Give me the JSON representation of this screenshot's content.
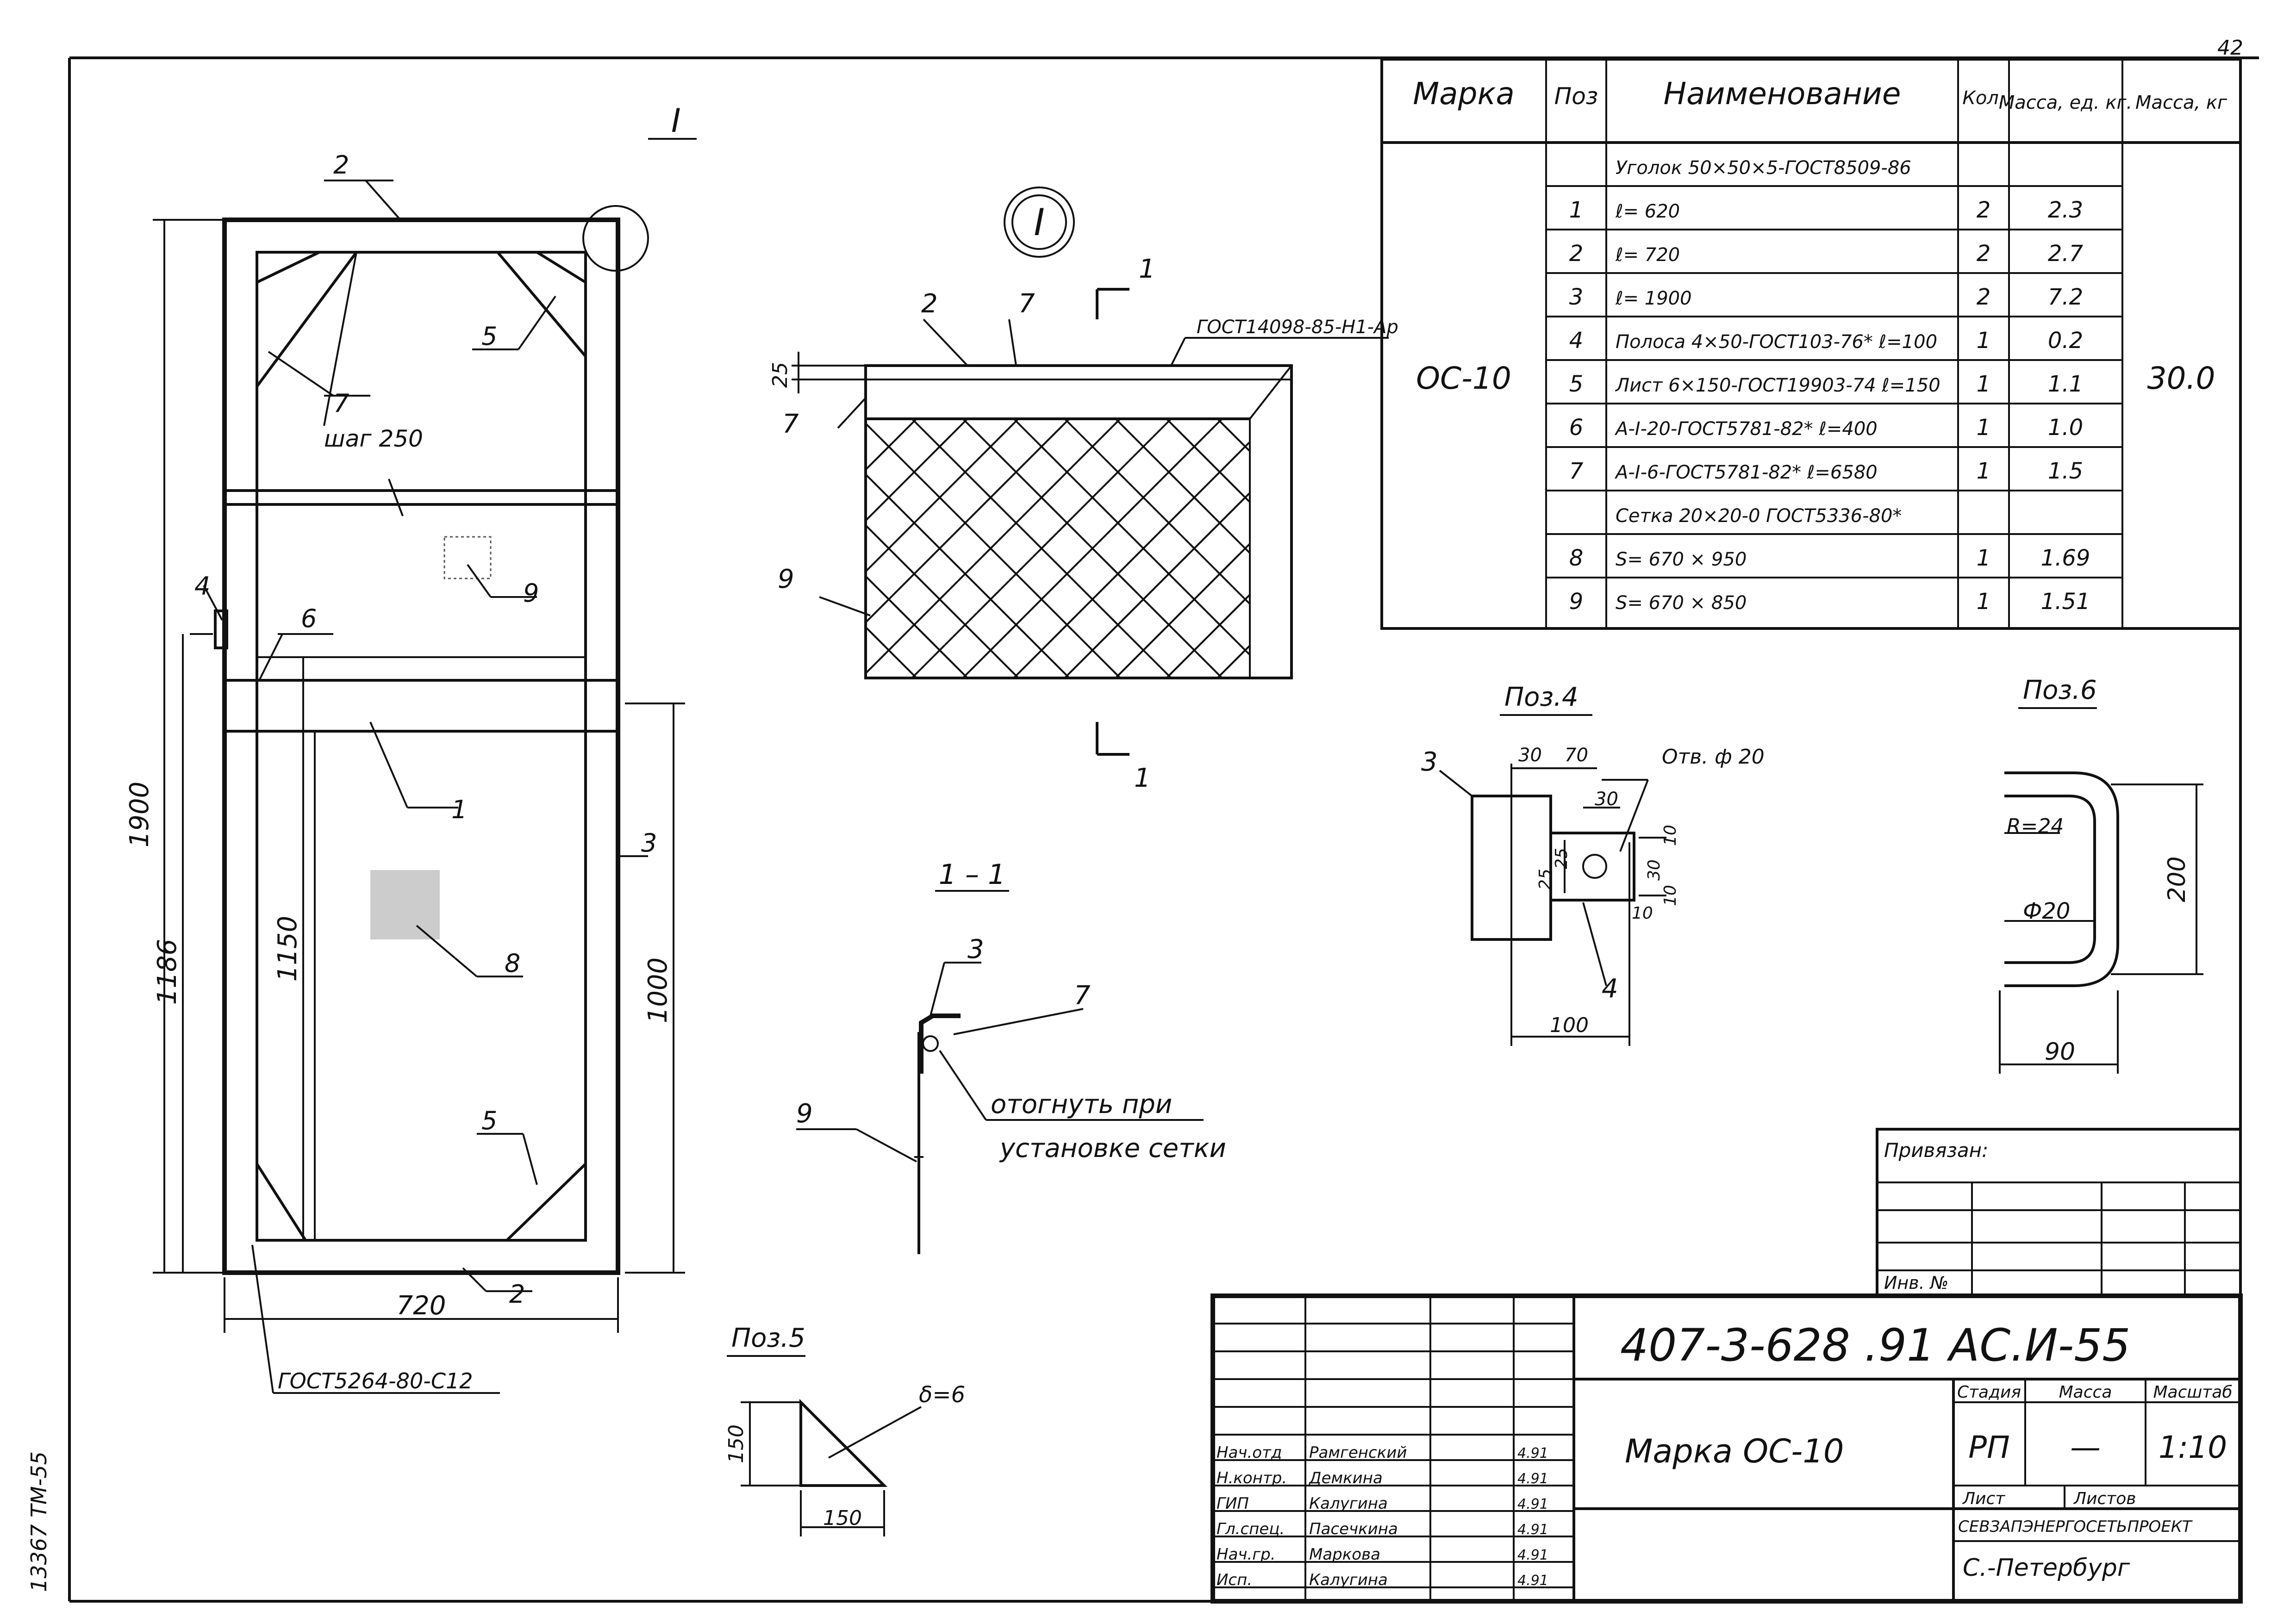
{
  "page_number": "42",
  "spec_table": {
    "headers": {
      "mark": "Марка",
      "pos": "Поз",
      "name": "Наименование",
      "qty": "Кол.",
      "unit_mass": "Масса, ед. кг.",
      "total_mass": "Масса, кг"
    },
    "mark": "ОС-10",
    "total_mass": "30.0",
    "rows": [
      {
        "pos": "",
        "name": "Уголок 50×50×5-ГОСТ8509-86",
        "qty": "",
        "mass": ""
      },
      {
        "pos": "1",
        "name": "ℓ= 620",
        "qty": "2",
        "mass": "2.3"
      },
      {
        "pos": "2",
        "name": "ℓ= 720",
        "qty": "2",
        "mass": "2.7"
      },
      {
        "pos": "3",
        "name": "ℓ= 1900",
        "qty": "2",
        "mass": "7.2"
      },
      {
        "pos": "4",
        "name": "Полоса 4×50-ГОСТ103-76* ℓ=100",
        "qty": "1",
        "mass": "0.2"
      },
      {
        "pos": "5",
        "name": "Лист 6×150-ГОСТ19903-74 ℓ=150",
        "qty": "1",
        "mass": "1.1"
      },
      {
        "pos": "6",
        "name": "A-I-20-ГОСТ5781-82* ℓ=400",
        "qty": "1",
        "mass": "1.0"
      },
      {
        "pos": "7",
        "name": "A-I-6-ГОСТ5781-82* ℓ=6580",
        "qty": "1",
        "mass": "1.5"
      },
      {
        "pos": "",
        "name": "Сетка 20×20-0 ГОСТ5336-80*",
        "qty": "",
        "mass": ""
      },
      {
        "pos": "8",
        "name": "S= 670 × 950",
        "qty": "1",
        "mass": "1.69"
      },
      {
        "pos": "9",
        "name": "S= 670 × 850",
        "qty": "1",
        "mass": "1.51"
      }
    ]
  },
  "frame_view": {
    "dims": {
      "total_height": "1900",
      "lower_height": "1186",
      "inner_height": "1150",
      "mesh_height": "1000",
      "width": "720"
    },
    "step_note": "шаг 250",
    "weld_note": "ГОСТ5264-80-С12",
    "callout": "I",
    "labels": [
      "1",
      "2",
      "2",
      "3",
      "4",
      "5",
      "5",
      "6",
      "7",
      "8",
      "9"
    ]
  },
  "detail_I": {
    "title": "I",
    "dim": "25",
    "weld_note": "ГОСТ14098-85-Н1-Ар",
    "labels": [
      "2",
      "7",
      "7",
      "9"
    ],
    "section_mark": "1"
  },
  "section_1_1": {
    "title": "1 – 1",
    "note_line1": "отогнуть при",
    "note_line2": "установке сетки",
    "labels": [
      "3",
      "7",
      "9"
    ]
  },
  "pos4": {
    "title": "Поз.4",
    "hole": "Отв. ф 20",
    "dims": [
      "30",
      "70",
      "30",
      "10",
      "25",
      "25",
      "30",
      "10",
      "10",
      "100"
    ],
    "labels": [
      "3",
      "4"
    ]
  },
  "pos5": {
    "title": "Поз.5",
    "thickness": "δ=6",
    "dims": [
      "150",
      "150"
    ]
  },
  "pos6": {
    "title": "Поз.6",
    "radius": "R=24",
    "diameter": "Ф20",
    "dims": [
      "200",
      "90"
    ]
  },
  "binding_box": {
    "label": "Привязан:",
    "inv": "Инв. №"
  },
  "title_block": {
    "doc_code": "407-3-628 .91  АС.И-55",
    "name": "Марка ОС-10",
    "col_stage": "Стадия",
    "col_mass": "Масса",
    "col_scale": "Масштаб",
    "stage": "РП",
    "mass": "—",
    "scale": "1:10",
    "sheet": "Лист",
    "sheets": "Листов",
    "org": "СЕВЗАПЭНЕРГОСЕТЬПРОЕКТ",
    "city": "С.-Петербург",
    "signatures": [
      {
        "role": "Нач.отд",
        "name": "Рамгенский",
        "date": "4.91"
      },
      {
        "role": "Н.контр.",
        "name": "Демкина",
        "date": "4.91"
      },
      {
        "role": "ГИП",
        "name": "Калугина",
        "date": "4.91"
      },
      {
        "role": "Гл.спец.",
        "name": "Пасечкина",
        "date": "4.91"
      },
      {
        "role": "Нач.гр.",
        "name": "Маркова",
        "date": "4.91"
      },
      {
        "role": "Исп.",
        "name": "Калугина",
        "date": "4.91"
      }
    ]
  },
  "margin_stamp": "13367 TM-55"
}
